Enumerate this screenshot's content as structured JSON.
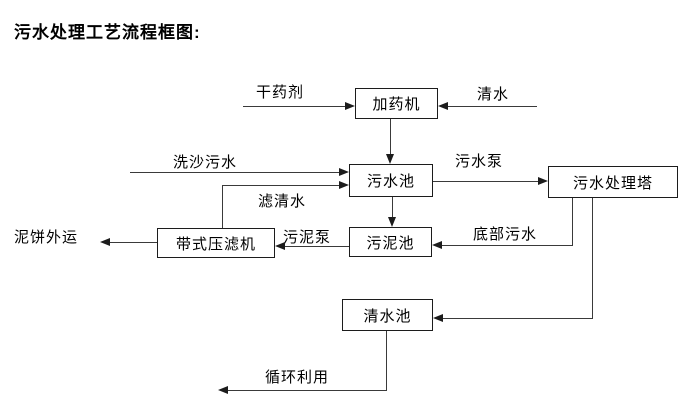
{
  "title": "污水处理工艺流程框图:",
  "nodes": {
    "dosing_machine": "加药机",
    "sewage_pool": "污水池",
    "treatment_tower": "污水处理塔",
    "belt_filter_press": "带式压滤机",
    "sludge_pool": "污泥池",
    "clean_water_pool": "清水池"
  },
  "labels": {
    "dry_chemical": "干药剂",
    "clean_water": "清水",
    "sand_washing_sewage": "洗沙污水",
    "filtered_water": "滤清水",
    "sewage_pump": "污水泵",
    "bottom_sewage": "底部污水",
    "sludge_pump": "污泥泵",
    "mud_cake_out": "泥饼外运",
    "recycle_use": "循环利用"
  },
  "colors": {
    "background": "#ffffff",
    "line": "#3a3a3a",
    "box_border": "#1c1c1c",
    "text": "#000000"
  }
}
